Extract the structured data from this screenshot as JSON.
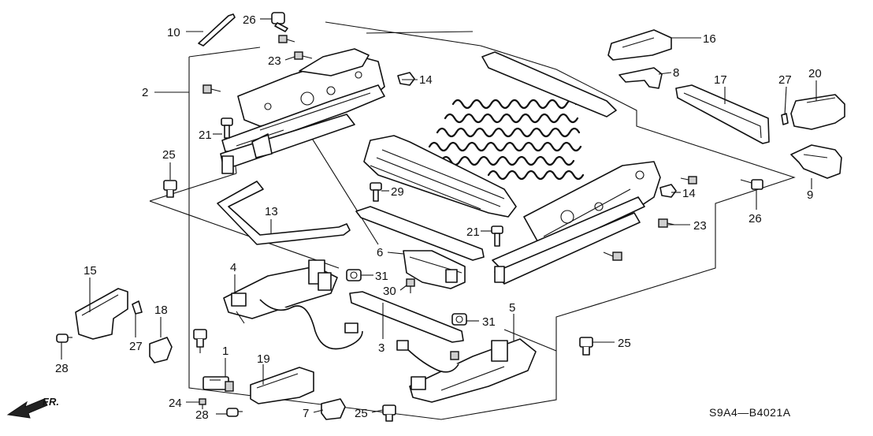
{
  "diagram": {
    "code": "S9A4—B4021A",
    "direction_label": "FR.",
    "callouts": [
      "10",
      "26",
      "23",
      "2",
      "14",
      "16",
      "8",
      "17",
      "27",
      "20",
      "21",
      "25",
      "29",
      "13",
      "9",
      "26",
      "14",
      "23",
      "21",
      "6",
      "31",
      "4",
      "30",
      "15",
      "18",
      "27",
      "3",
      "31",
      "5",
      "25",
      "1",
      "19",
      "28",
      "24",
      "28",
      "7",
      "25"
    ]
  }
}
